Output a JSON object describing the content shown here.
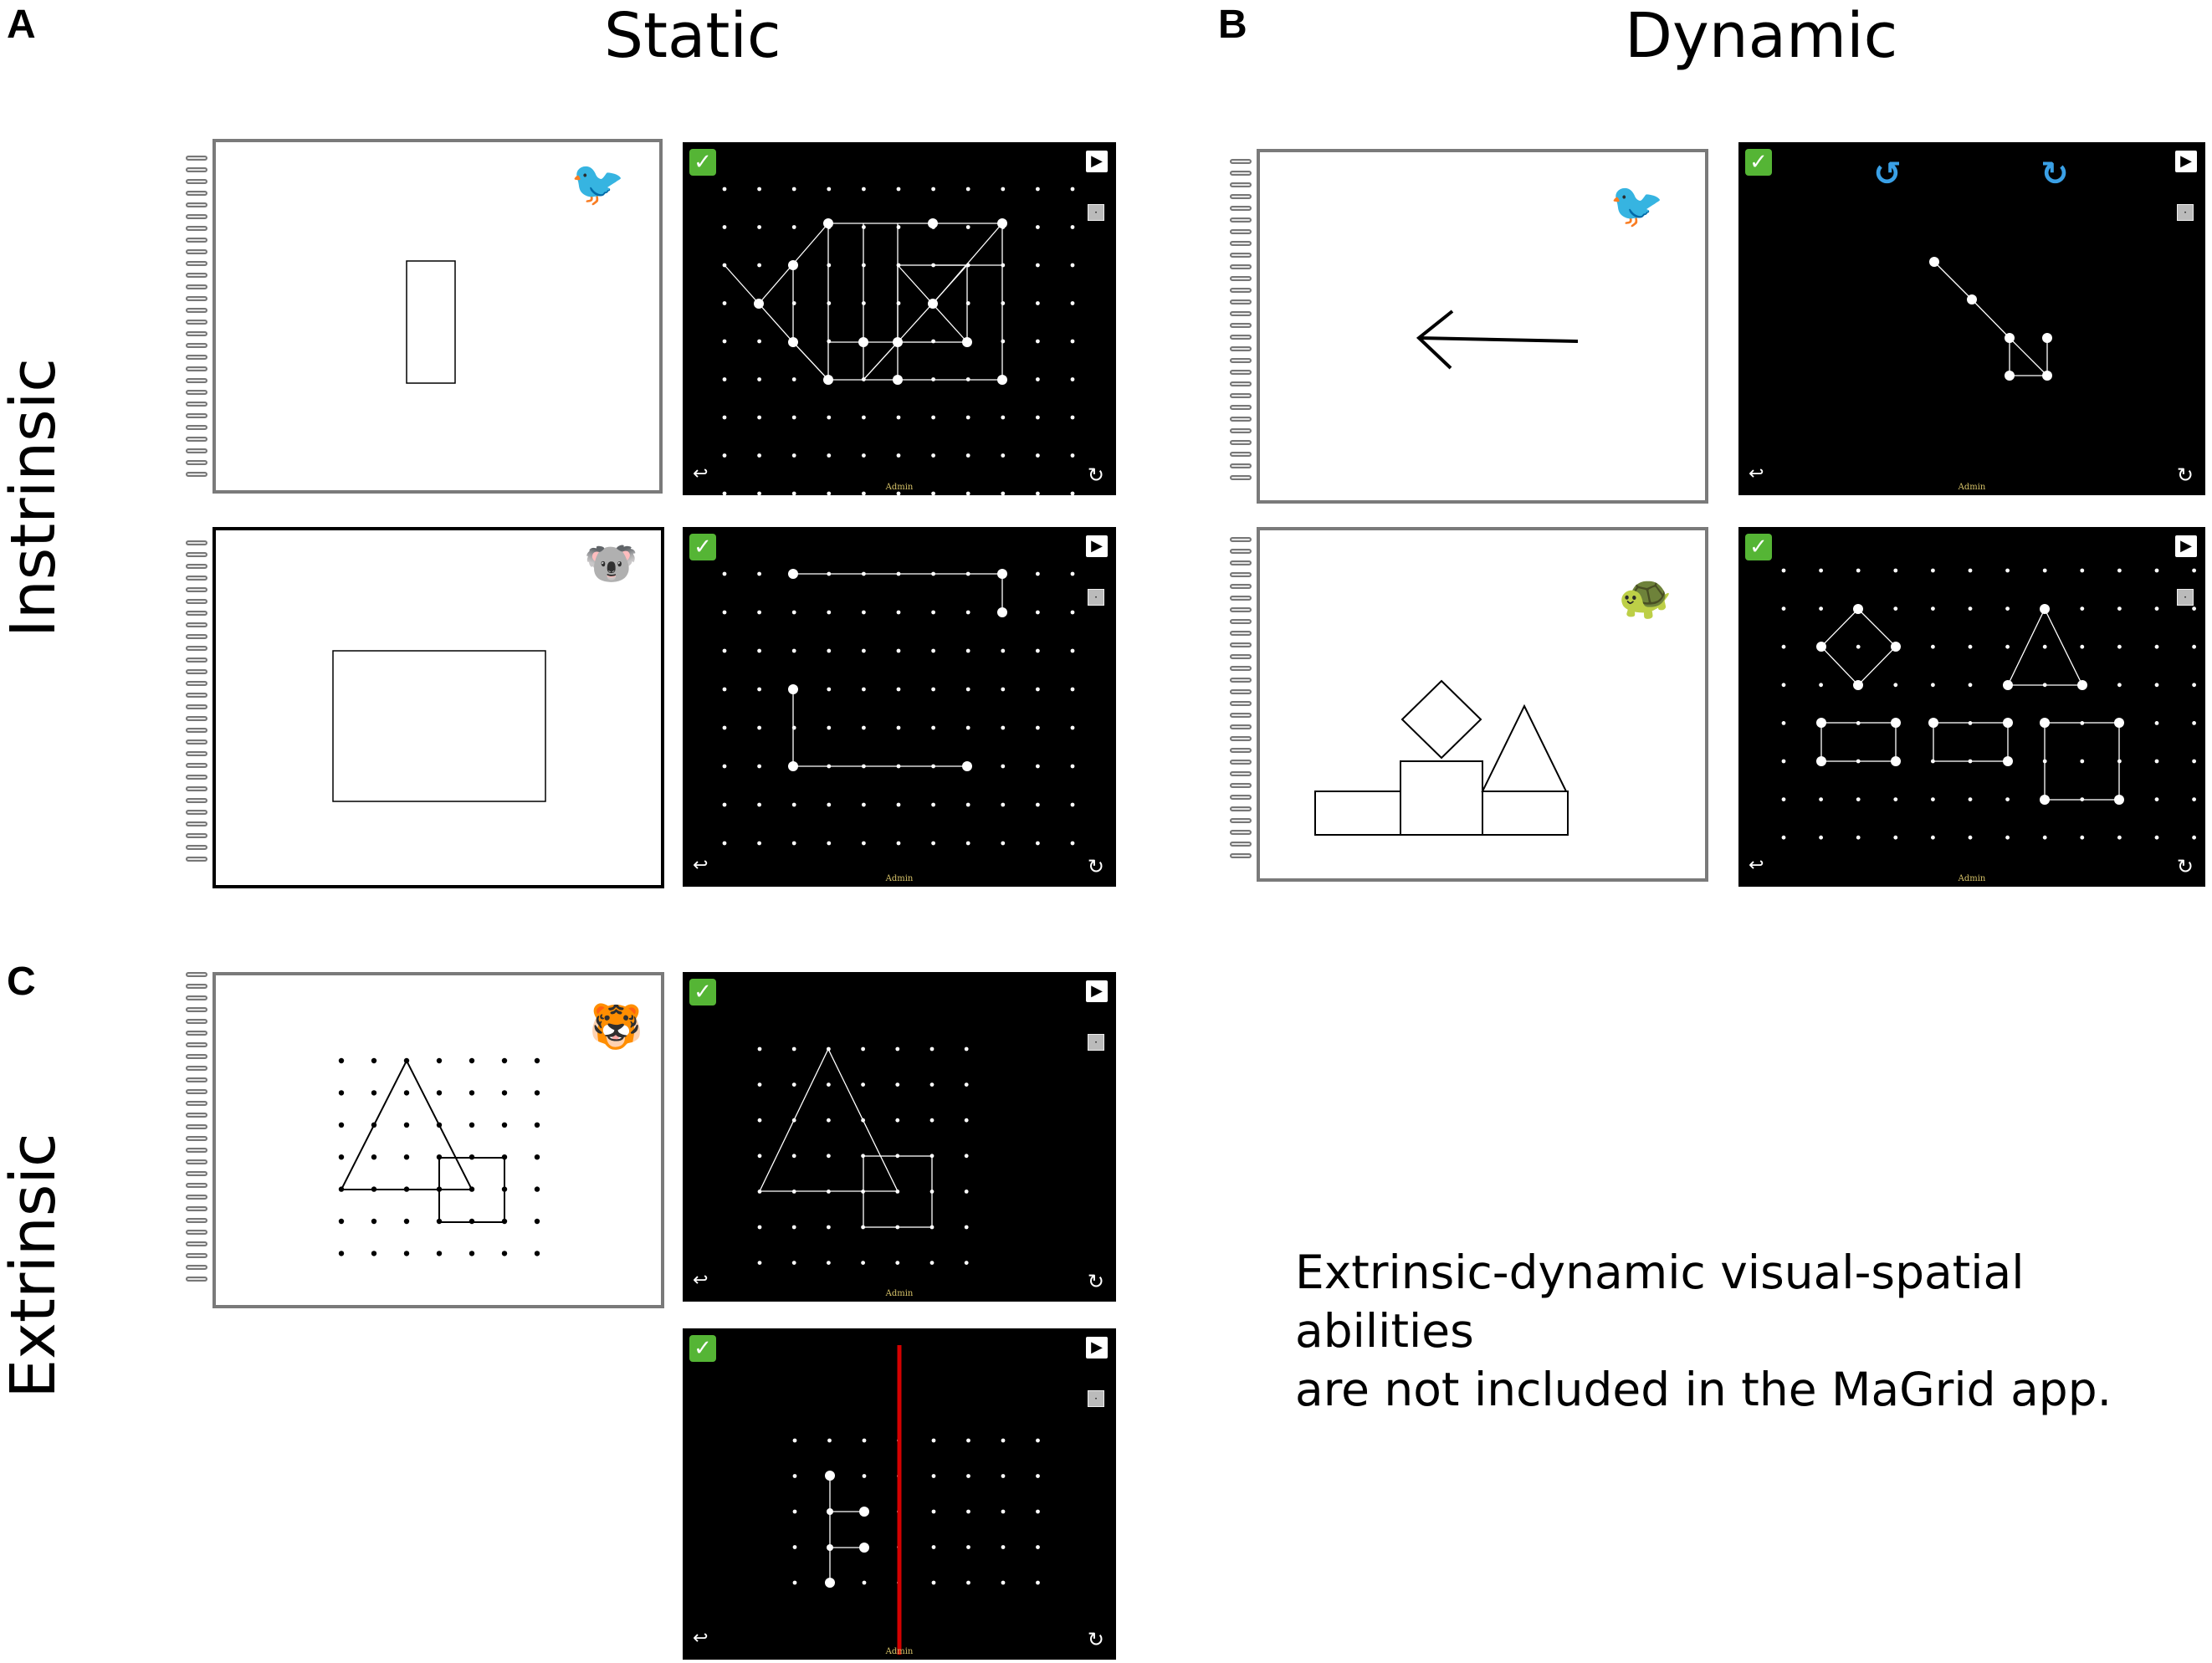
{
  "panels": {
    "a_letter": "A",
    "b_letter": "B",
    "c_letter": "C"
  },
  "columns": {
    "static": "Static",
    "dynamic": "Dynamic"
  },
  "rows": {
    "intrinsic": "Instrinsic",
    "extrinsic": "Extrinsic"
  },
  "note": {
    "line1": "Extrinsic-dynamic visual-spatial abilities",
    "line2": "are not included in the MaGrid app."
  },
  "screen": {
    "admin_label": "Admin",
    "check_icon": "checkmark-icon",
    "film_icon": "video-icon",
    "back_icon": "back-arrow-icon",
    "reset_icon": "reset-icon",
    "rotate_left_icon": "rotate-left-icon",
    "rotate_right_icon": "rotate-right-icon",
    "check_color": "#55b535",
    "rotate_color": "#3aa0e6",
    "mirror_line_color": "#d40000"
  },
  "animals": {
    "bird": "🐦",
    "koala": "🐨",
    "turtle": "🐢",
    "tiger": "🐯"
  }
}
